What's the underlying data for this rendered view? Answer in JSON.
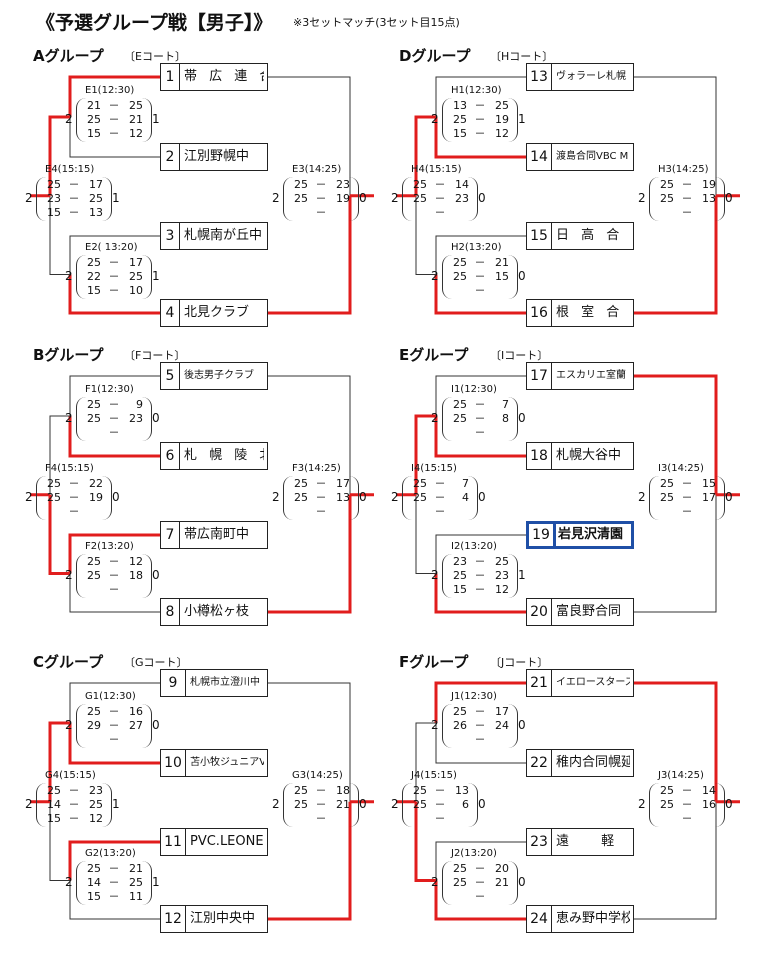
{
  "header": {
    "title": "《予選グループ戦【男子】》",
    "note": "※3セットマッチ(3セット目15点)"
  },
  "groups": [
    {
      "name": "Aグループ",
      "court": "〔Eコート〕",
      "teams": [
        {
          "num": "1",
          "name": "帯 広 連 合"
        },
        {
          "num": "2",
          "name": "江別野幌中"
        },
        {
          "num": "3",
          "name": "札幌南が丘中"
        },
        {
          "num": "4",
          "name": "北見クラブ"
        }
      ],
      "matches": [
        {
          "label": "E1(12:30)",
          "left": "2",
          "right": "1",
          "sets": [
            [
              "21",
              "25"
            ],
            [
              "25",
              "21"
            ],
            [
              "15",
              "12"
            ]
          ]
        },
        {
          "label": "E2( 13:20)",
          "left": "2",
          "right": "1",
          "sets": [
            [
              "25",
              "17"
            ],
            [
              "22",
              "25"
            ],
            [
              "15",
              "10"
            ]
          ]
        },
        {
          "label": "E4(15:15)",
          "left": "2",
          "right": "1",
          "sets": [
            [
              "25",
              "17"
            ],
            [
              "23",
              "25"
            ],
            [
              "15",
              "13"
            ]
          ]
        },
        {
          "label": "E3(14:25)",
          "left": "2",
          "right": "0",
          "sets": [
            [
              "25",
              "23"
            ],
            [
              "25",
              "19"
            ],
            [
              "",
              ""
            ]
          ]
        }
      ]
    },
    {
      "name": "Dグループ",
      "court": "〔Hコート〕",
      "teams": [
        {
          "num": "13",
          "name": "ヴォラーレ札幌"
        },
        {
          "num": "14",
          "name": "渡島合同VBC M"
        },
        {
          "num": "15",
          "name": "日 高 合 同"
        },
        {
          "num": "16",
          "name": "根 室 合 同"
        }
      ],
      "matches": [
        {
          "label": "H1(12:30)",
          "left": "2",
          "right": "1",
          "sets": [
            [
              "13",
              "25"
            ],
            [
              "25",
              "19"
            ],
            [
              "15",
              "12"
            ]
          ]
        },
        {
          "label": "H2(13:20)",
          "left": "2",
          "right": "0",
          "sets": [
            [
              "25",
              "21"
            ],
            [
              "25",
              "15"
            ],
            [
              "",
              ""
            ]
          ]
        },
        {
          "label": "H4(15:15)",
          "left": "2",
          "right": "0",
          "sets": [
            [
              "25",
              "14"
            ],
            [
              "25",
              "23"
            ],
            [
              "",
              ""
            ]
          ]
        },
        {
          "label": "H3(14:25)",
          "left": "2",
          "right": "0",
          "sets": [
            [
              "25",
              "19"
            ],
            [
              "25",
              "13"
            ],
            [
              "",
              ""
            ]
          ]
        }
      ]
    },
    {
      "name": "Bグループ",
      "court": "〔Fコート〕",
      "teams": [
        {
          "num": "5",
          "name": "後志男子クラブ"
        },
        {
          "num": "6",
          "name": "札 幌 陵 北"
        },
        {
          "num": "7",
          "name": "帯広南町中"
        },
        {
          "num": "8",
          "name": "小樽松ヶ枝"
        }
      ],
      "matches": [
        {
          "label": "F1(12:30)",
          "left": "2",
          "right": "0",
          "sets": [
            [
              "25",
              "9"
            ],
            [
              "25",
              "23"
            ],
            [
              "",
              ""
            ]
          ]
        },
        {
          "label": "F2(13:20)",
          "left": "2",
          "right": "0",
          "sets": [
            [
              "25",
              "12"
            ],
            [
              "25",
              "18"
            ],
            [
              "",
              ""
            ]
          ]
        },
        {
          "label": "F4(15:15)",
          "left": "2",
          "right": "0",
          "sets": [
            [
              "25",
              "22"
            ],
            [
              "25",
              "19"
            ],
            [
              "",
              ""
            ]
          ]
        },
        {
          "label": "F3(14:25)",
          "left": "2",
          "right": "0",
          "sets": [
            [
              "25",
              "17"
            ],
            [
              "25",
              "13"
            ],
            [
              "",
              ""
            ]
          ]
        }
      ]
    },
    {
      "name": "Eグループ",
      "court": "〔Iコート〕",
      "teams": [
        {
          "num": "17",
          "name": "エスカリエ室蘭"
        },
        {
          "num": "18",
          "name": "札幌大谷中"
        },
        {
          "num": "19",
          "name": "岩見沢清園"
        },
        {
          "num": "20",
          "name": "富良野合同"
        }
      ],
      "matches": [
        {
          "label": "I1(12:30)",
          "left": "2",
          "right": "0",
          "sets": [
            [
              "25",
              "7"
            ],
            [
              "25",
              "8"
            ],
            [
              "",
              ""
            ]
          ]
        },
        {
          "label": "I2(13:20)",
          "left": "2",
          "right": "1",
          "sets": [
            [
              "23",
              "25"
            ],
            [
              "25",
              "23"
            ],
            [
              "15",
              "12"
            ]
          ]
        },
        {
          "label": "I4(15:15)",
          "left": "2",
          "right": "0",
          "sets": [
            [
              "25",
              "7"
            ],
            [
              "25",
              "4"
            ],
            [
              "",
              ""
            ]
          ]
        },
        {
          "label": "I3(14:25)",
          "left": "2",
          "right": "0",
          "sets": [
            [
              "25",
              "15"
            ],
            [
              "25",
              "17"
            ],
            [
              "",
              ""
            ]
          ]
        }
      ]
    },
    {
      "name": "Cグループ",
      "court": "〔Gコート〕",
      "teams": [
        {
          "num": "9",
          "name": "札幌市立澄川中"
        },
        {
          "num": "10",
          "name": "苫小牧ジュニアVC"
        },
        {
          "num": "11",
          "name": "PVC.LEONE"
        },
        {
          "num": "12",
          "name": "江別中央中"
        }
      ],
      "matches": [
        {
          "label": "G1(12:30)",
          "left": "2",
          "right": "0",
          "sets": [
            [
              "25",
              "16"
            ],
            [
              "29",
              "27"
            ],
            [
              "",
              ""
            ]
          ]
        },
        {
          "label": "G2(13:20)",
          "left": "2",
          "right": "1",
          "sets": [
            [
              "25",
              "21"
            ],
            [
              "14",
              "25"
            ],
            [
              "15",
              "11"
            ]
          ]
        },
        {
          "label": "G4(15:15)",
          "left": "2",
          "right": "1",
          "sets": [
            [
              "25",
              "23"
            ],
            [
              "14",
              "25"
            ],
            [
              "15",
              "12"
            ]
          ]
        },
        {
          "label": "G3(14:25)",
          "left": "2",
          "right": "0",
          "sets": [
            [
              "25",
              "18"
            ],
            [
              "25",
              "21"
            ],
            [
              "",
              ""
            ]
          ]
        }
      ]
    },
    {
      "name": "Fグループ",
      "court": "〔Jコート〕",
      "teams": [
        {
          "num": "21",
          "name": "イエロースターズ"
        },
        {
          "num": "22",
          "name": "稚内合同幌延"
        },
        {
          "num": "23",
          "name": "遠 軽 南"
        },
        {
          "num": "24",
          "name": "恵み野中学校"
        }
      ],
      "matches": [
        {
          "label": "J1(12:30)",
          "left": "2",
          "right": "0",
          "sets": [
            [
              "25",
              "17"
            ],
            [
              "26",
              "24"
            ],
            [
              "",
              ""
            ]
          ]
        },
        {
          "label": "J2(13:20)",
          "left": "2",
          "right": "0",
          "sets": [
            [
              "25",
              "20"
            ],
            [
              "25",
              "21"
            ],
            [
              "",
              ""
            ]
          ]
        },
        {
          "label": "J4(15:15)",
          "left": "2",
          "right": "0",
          "sets": [
            [
              "25",
              "13"
            ],
            [
              "25",
              "6"
            ],
            [
              "",
              ""
            ]
          ]
        },
        {
          "label": "J3(14:25)",
          "left": "2",
          "right": "0",
          "sets": [
            [
              "25",
              "14"
            ],
            [
              "25",
              "16"
            ],
            [
              "",
              ""
            ]
          ]
        }
      ]
    }
  ],
  "colors": {
    "winner_line": "#e11d1d",
    "line": "#333333",
    "highlight": "#1f4fa6"
  }
}
